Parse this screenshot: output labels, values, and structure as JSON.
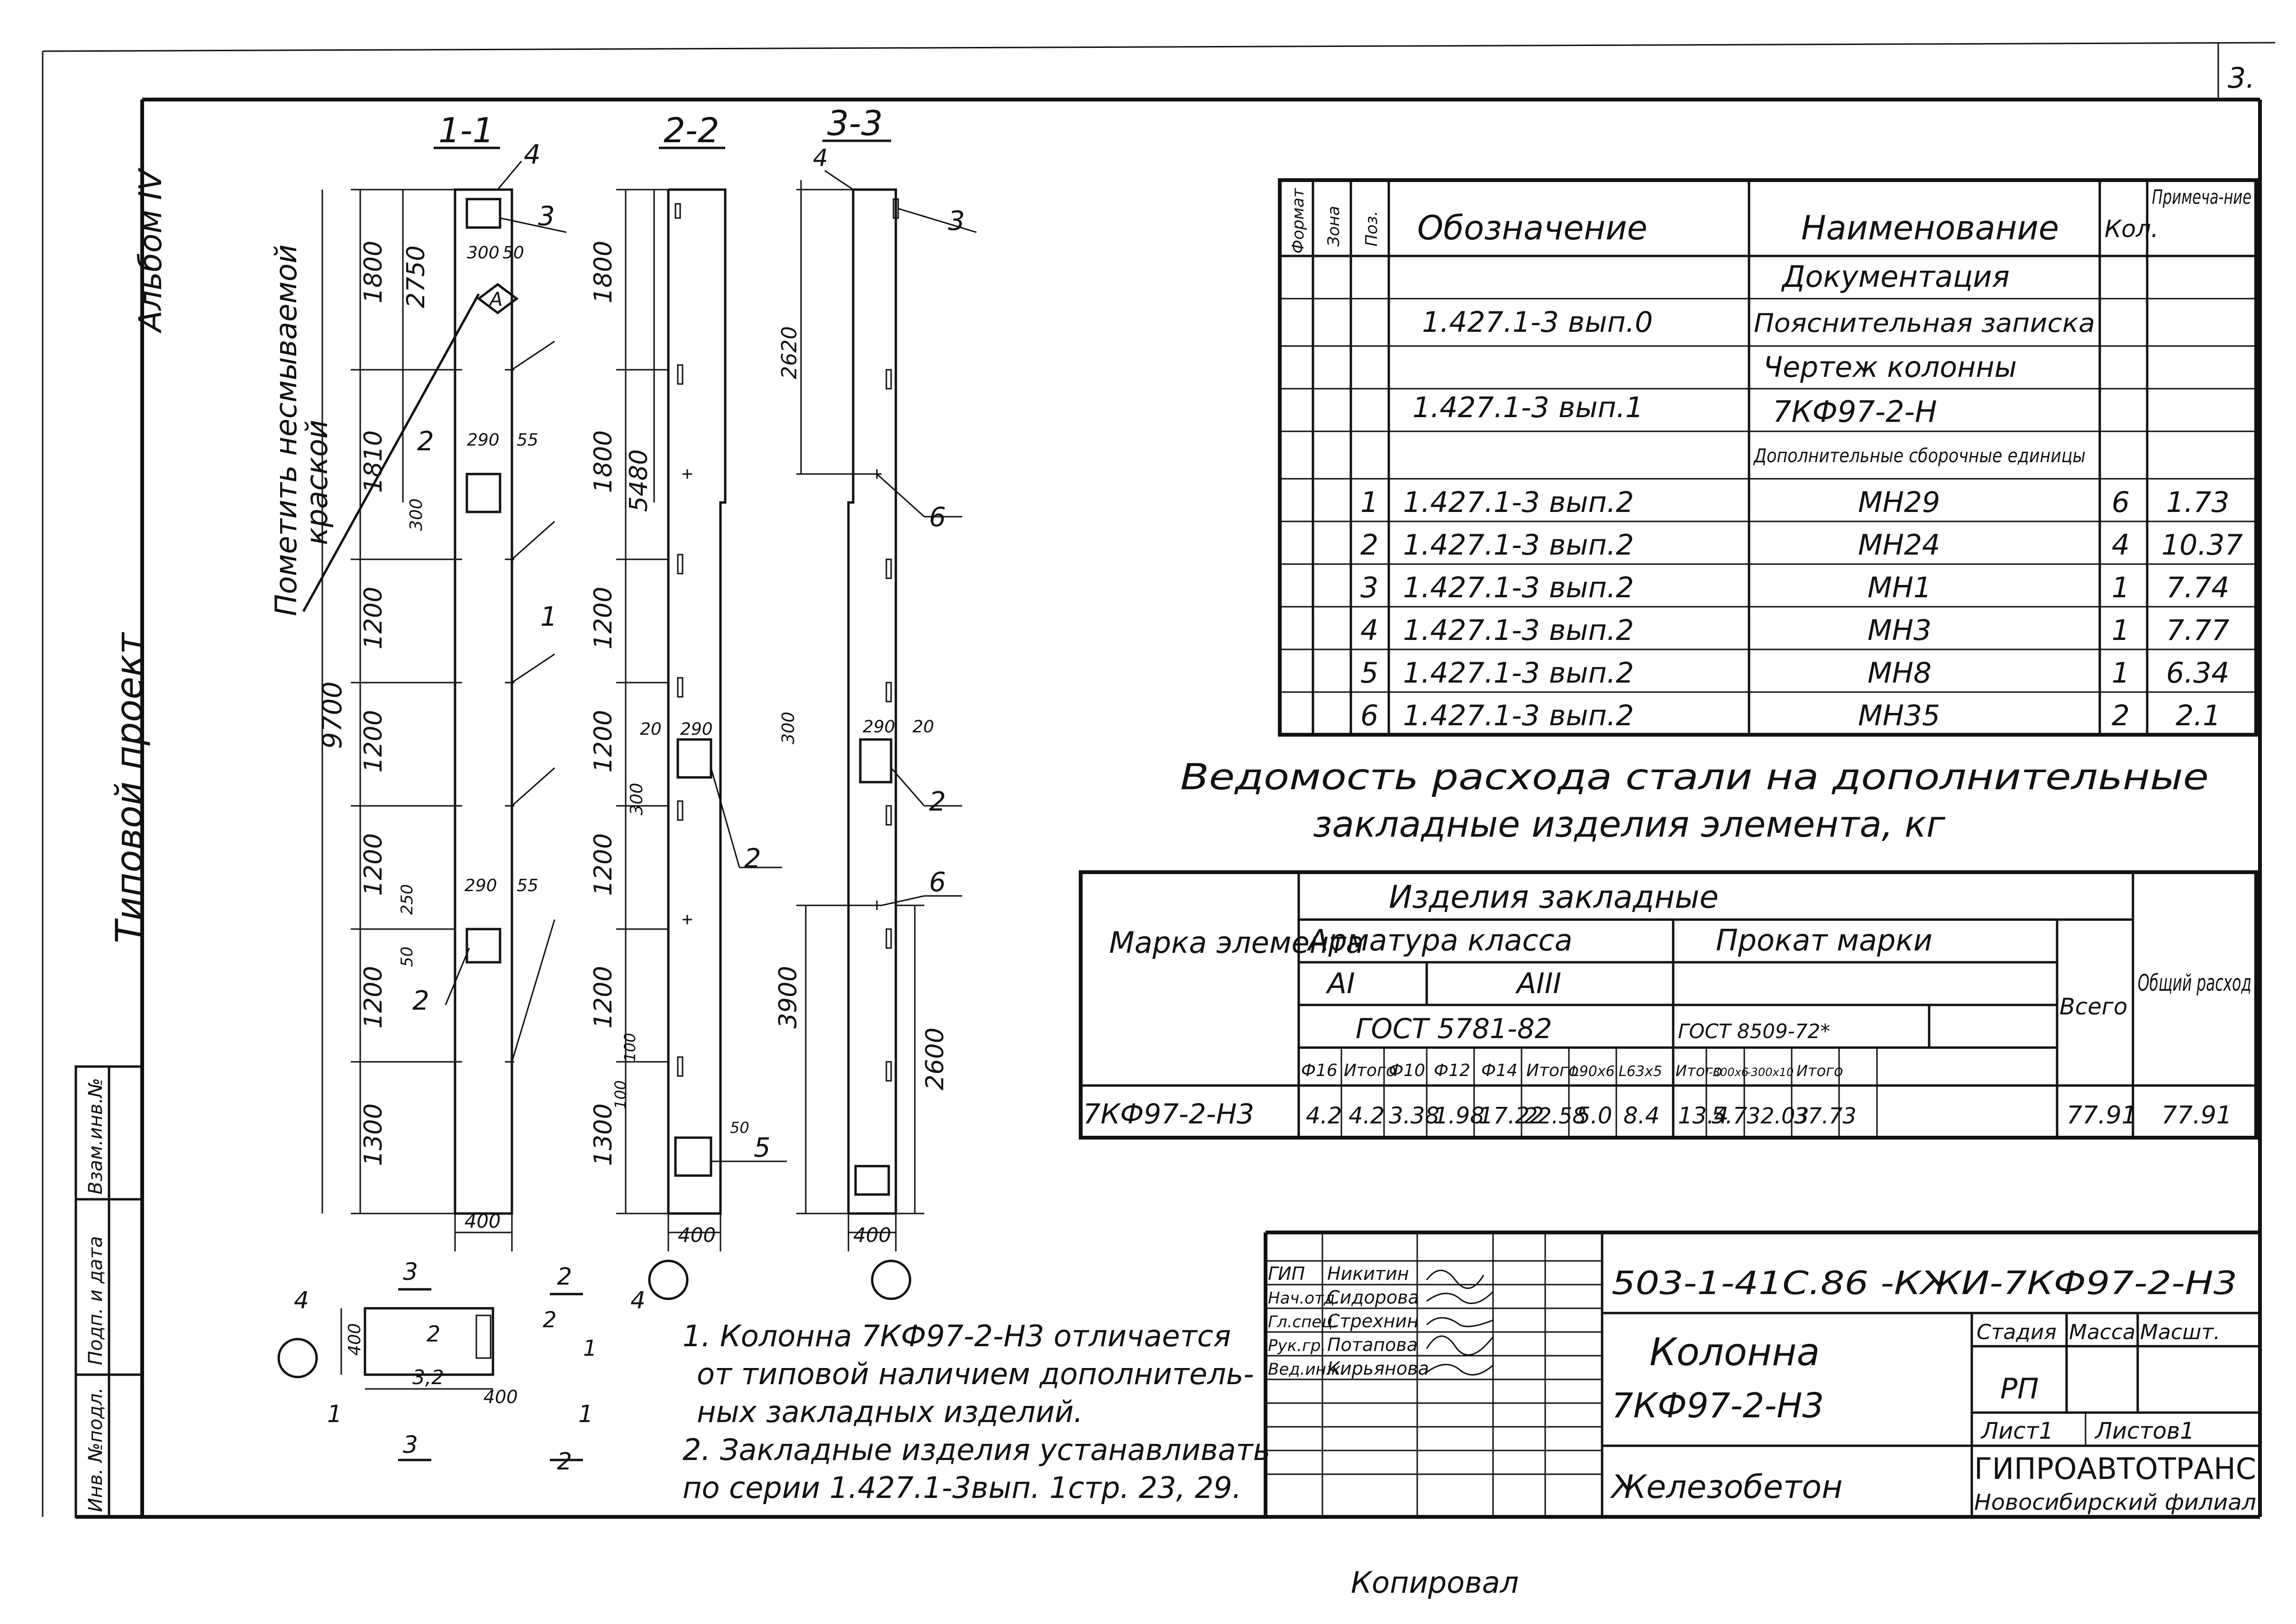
{
  "corner_mark": "3.",
  "side_labels": {
    "album": "Альбом IV",
    "project": "Типовой проект",
    "paint_note_line1": "Пометить несмываемой",
    "paint_note_line2": "краской",
    "inv_cols": [
      "Инв. №подл.",
      "Подп. и дата",
      "Взам.инв.№"
    ]
  },
  "sections": {
    "s1": "1-1",
    "s2": "2-2",
    "s3": "3-3"
  },
  "dims": {
    "c1_left": [
      "1800",
      "1810",
      "1200",
      "1200",
      "1200",
      "1200",
      "1300"
    ],
    "c1_overall": "9700",
    "c1_top": "2750",
    "c1_w": "400",
    "c1_small": [
      "300",
      "50",
      "290",
      "55",
      "300",
      "290",
      "55",
      "250",
      "50"
    ],
    "c2_left": [
      "1800",
      "1800",
      "1200",
      "1200",
      "1200",
      "1200",
      "1300"
    ],
    "c2_mid": "5480",
    "c2_w": "400",
    "c2_small": [
      "20",
      "290",
      "300",
      "100",
      "100",
      "50"
    ],
    "c3_top": "2620",
    "c3_mid": "3900",
    "c3_low": "2600",
    "c3_w": "400",
    "c3_small": [
      "300",
      "290",
      "20"
    ]
  },
  "callouts": [
    "4",
    "3",
    "2",
    "1",
    "2",
    "6",
    "3",
    "4",
    "2",
    "2",
    "5",
    "6",
    "2",
    "3",
    "1"
  ],
  "node_label": "А",
  "plan_labels": [
    "4",
    "3",
    "2",
    "2",
    "1",
    "1",
    "1",
    "3",
    "3",
    "400",
    "3,2",
    "400",
    "2",
    "4",
    "2"
  ],
  "spec_table": {
    "headers": {
      "format": "Формат",
      "zone": "Зона",
      "pos": "Поз.",
      "designation": "Обозначение",
      "name": "Наименование",
      "qty": "Кол.",
      "note": "Примеча-ние"
    },
    "rows": [
      {
        "pos": "",
        "designation": "",
        "name": "Документация",
        "qty": "",
        "note": ""
      },
      {
        "pos": "",
        "designation": "1.427.1-3  вып.0",
        "name": "Пояснительная записка",
        "qty": "",
        "note": ""
      },
      {
        "pos": "",
        "designation": "",
        "name": "Чертеж колонны",
        "qty": "",
        "note": ""
      },
      {
        "pos": "",
        "designation": "1.427.1-3  вып.1",
        "name": "7КФ97-2-Н",
        "qty": "",
        "note": ""
      },
      {
        "pos": "",
        "designation": "",
        "name": "Дополнительные сборочные единицы",
        "qty": "",
        "note": ""
      },
      {
        "pos": "1",
        "designation": "1.427.1-3  вып.2",
        "name": "МН29",
        "qty": "6",
        "note": "1.73"
      },
      {
        "pos": "2",
        "designation": "1.427.1-3  вып.2",
        "name": "МН24",
        "qty": "4",
        "note": "10.37"
      },
      {
        "pos": "3",
        "designation": "1.427.1-3  вып.2",
        "name": "МН1",
        "qty": "1",
        "note": "7.74"
      },
      {
        "pos": "4",
        "designation": "1.427.1-3  вып.2",
        "name": "МН3",
        "qty": "1",
        "note": "7.77"
      },
      {
        "pos": "5",
        "designation": "1.427.1-3  вып.2",
        "name": "МН8",
        "qty": "1",
        "note": "6.34"
      },
      {
        "pos": "6",
        "designation": "1.427.1-3  вып.2",
        "name": "МН35",
        "qty": "2",
        "note": "2.1"
      }
    ]
  },
  "steel_title_line1": "Ведомость  расхода  стали на дополнительные",
  "steel_title_line2": "закладные изделия элемента, кг",
  "steel_table": {
    "mark_header": "Марка элемента",
    "group_header": "Изделия  закладные",
    "rebar_header": "Арматура класса",
    "rolled_header": "Прокат  марки",
    "class_ai": "АI",
    "class_aiii": "АIII",
    "gost_rebar": "ГОСТ  5781-82",
    "gost_rolled": "ГОСТ 8509-72*",
    "total_header": "Всего",
    "overall_header": "Общий расход",
    "sub_headers": [
      "Ф16",
      "Итого",
      "Ф10",
      "Ф12",
      "Ф14",
      "Итого",
      "L90x6",
      "L63x5",
      "Итого",
      "-300x6",
      "-300x10",
      "Итого"
    ],
    "row": {
      "mark": "7КФ97-2-Н3",
      "values": [
        "4.2",
        "4.2",
        "3.38",
        "1.98",
        "17.22",
        "22.58",
        "5.0",
        "8.4",
        "13.4",
        "5.7",
        "32.03",
        "37.73"
      ],
      "total": "77.91",
      "overall": "77.91"
    }
  },
  "notes": [
    "1. Колонна 7КФ97-2-Н3 отличается",
    "от типовой наличием дополнитель-",
    "ных закладных изделий.",
    "2. Закладные изделия устанавливать",
    "по серии 1.427.1-3вып. 1стр. 23, 29."
  ],
  "title_block": {
    "code": "503-1-41С.86     -КЖИ-7КФ97-2-Н3",
    "roles": [
      {
        "role": "ГИП",
        "name": "Никитин"
      },
      {
        "role": "Нач.отд.",
        "name": "Сидорова"
      },
      {
        "role": "Гл.спец.",
        "name": "Стрехнин"
      },
      {
        "role": "Рук.гр.",
        "name": "Потапова"
      },
      {
        "role": "Вед.инж.",
        "name": "Кирьянова"
      }
    ],
    "name_line1": "Колонна",
    "name_line2": "7КФ97-2-Н3",
    "material": "Железобетон",
    "stage_header": "Стадия",
    "mass_header": "Масса",
    "scale_header": "Масшт.",
    "stage": "РП",
    "sheet": "Лист1",
    "sheets": "Листов1",
    "org": "ГИПРОАВТОТРАНС",
    "org_branch": "Новосибирский филиал"
  },
  "bottom_stamp": "Копировал"
}
